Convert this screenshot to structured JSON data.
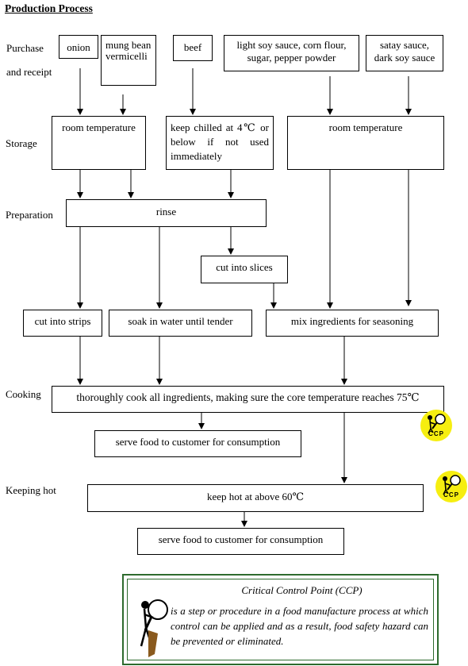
{
  "title": "Production Process",
  "stages": {
    "purchase": "Purchase",
    "receipt": "and receipt",
    "storage": "Storage",
    "preparation": "Preparation",
    "cooking": "Cooking",
    "keeping_hot": "Keeping hot"
  },
  "purchase": {
    "onion": "onion",
    "vermicelli": "mung bean vermicelli",
    "beef": "beef",
    "seasoning_1": "light soy sauce, corn flour, sugar, pepper powder",
    "seasoning_2": "satay sauce, dark soy sauce"
  },
  "storage": {
    "room_left": "room temperature",
    "chilled": "keep chilled at 4℃ or below if not used immediately",
    "room_right": "room temperature"
  },
  "preparation": {
    "rinse": "rinse",
    "slices": "cut into slices",
    "strips": "cut into strips",
    "soak": "soak in water until tender",
    "mix": "mix ingredients for seasoning"
  },
  "cooking": {
    "cook": "thoroughly cook all ingredients, making sure the core temperature reaches 75℃",
    "serve": "serve food to customer for consumption"
  },
  "keeping_hot": {
    "hot": "keep hot at above 60℃",
    "serve": "serve food to customer for consumption"
  },
  "ccp_label": "CCP",
  "legend": {
    "title": "Critical Control Point (CCP)",
    "body": "is a step or procedure in a food manufacture process at which control can be applied and as a result, food safety hazard can be prevented or eliminated."
  },
  "colors": {
    "ccp_badge": "#f6ee10",
    "legend_border": "#2e6b2e"
  }
}
